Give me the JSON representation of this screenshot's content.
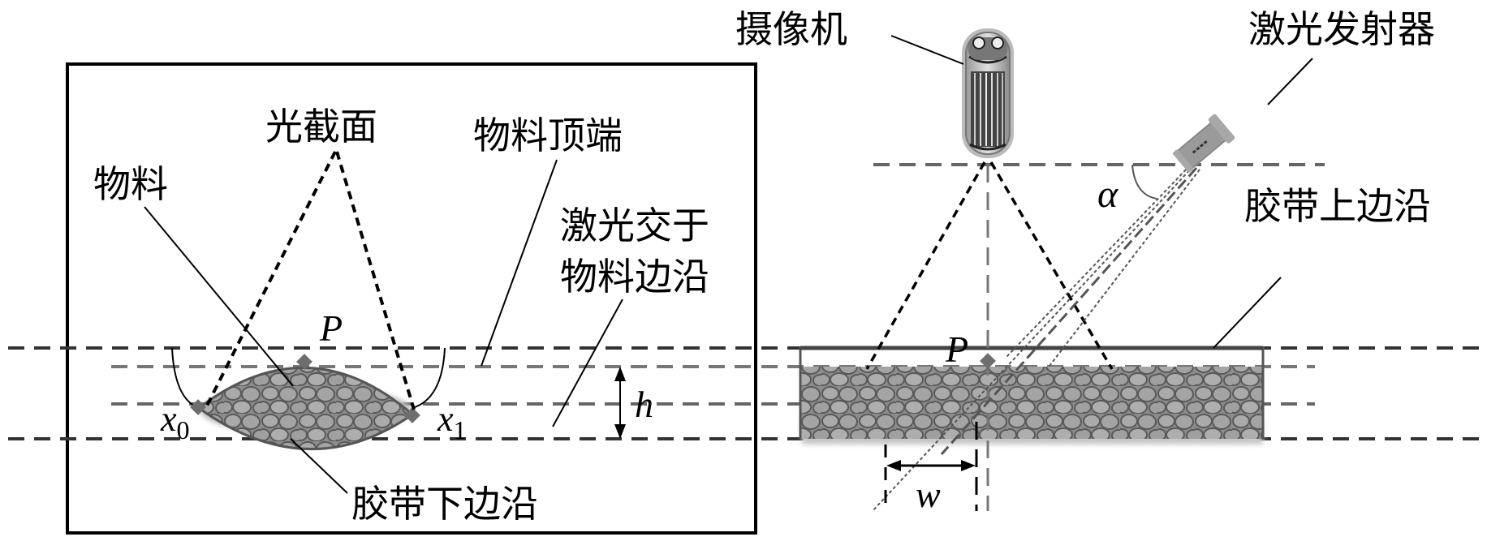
{
  "figure": {
    "left_panel": {
      "labels": {
        "light_section": "光截面",
        "material": "物料",
        "material_top": "物料顶端",
        "laser_meets_line1": "激光交于",
        "laser_meets_line2": "物料边沿",
        "belt_lower_edge": "胶带下边沿"
      },
      "variables": {
        "point": "P",
        "x0_base": "x",
        "x0_sub": "0",
        "x1_base": "x",
        "x1_sub": "1",
        "height": "h"
      }
    },
    "right_panel": {
      "labels": {
        "camera": "摄像机",
        "laser_emitter": "激光发射器",
        "belt_upper_edge": "胶带上边沿"
      },
      "variables": {
        "point": "P",
        "angle": "α",
        "width": "w"
      }
    },
    "colors": {
      "line": "#000000",
      "dash_gray": "#555555",
      "material_fill": "#8a8a8a",
      "stone_fill": "#a8a8a8",
      "stone_stroke": "#5a5a5a",
      "marker": "#6e6e6e"
    }
  }
}
